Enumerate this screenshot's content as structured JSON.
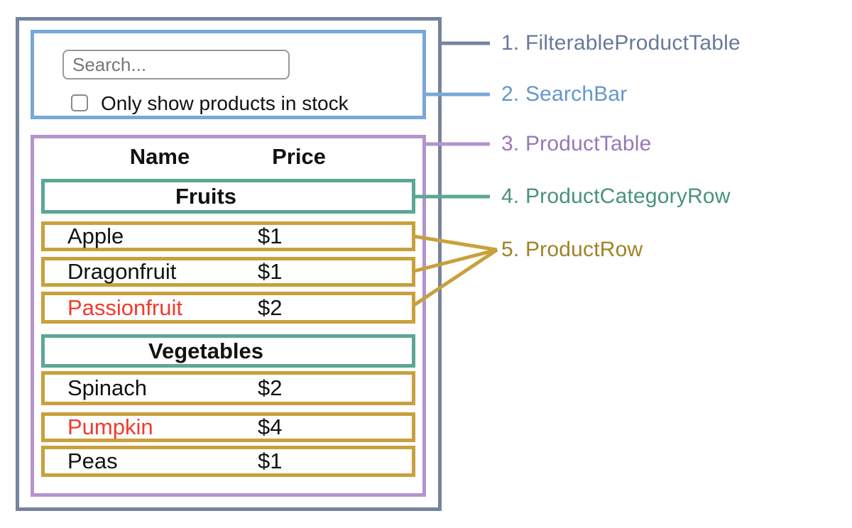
{
  "colors": {
    "filterable-product-table": "#76849E",
    "search-bar": "#7AA7D9",
    "product-table": "#B493CE",
    "product-category-row": "#5BA794",
    "product-row": "#C9A03C",
    "label-filterable-product-table": "#68799B",
    "label-search-bar": "#6496CB",
    "label-product-table": "#9878B6",
    "label-product-category-row": "#48927C",
    "label-product-row": "#A08226",
    "out-of-stock-text": "#F3392C",
    "text": "#111111",
    "input-border": "#999999",
    "placeholder": "#777777"
  },
  "legend": {
    "items": [
      {
        "label": "1. FilterableProductTable"
      },
      {
        "label": "2. SearchBar"
      },
      {
        "label": "3. ProductTable"
      },
      {
        "label": "4. ProductCategoryRow"
      },
      {
        "label": "5. ProductRow"
      }
    ]
  },
  "search_bar": {
    "placeholder": "Search...",
    "checkbox_label": "Only show products in stock",
    "checkbox_checked": false
  },
  "table": {
    "headers": {
      "name": "Name",
      "price": "Price"
    },
    "sections": [
      {
        "category": "Fruits",
        "rows": [
          {
            "name": "Apple",
            "price": "$1",
            "red": false
          },
          {
            "name": "Dragonfruit",
            "price": "$1",
            "red": false
          },
          {
            "name": "Passionfruit",
            "price": "$2",
            "red": true
          }
        ]
      },
      {
        "category": "Vegetables",
        "rows": [
          {
            "name": "Spinach",
            "price": "$2",
            "red": false
          },
          {
            "name": "Pumpkin",
            "price": "$4",
            "red": true
          },
          {
            "name": "Peas",
            "price": "$1",
            "red": false
          }
        ]
      }
    ]
  }
}
